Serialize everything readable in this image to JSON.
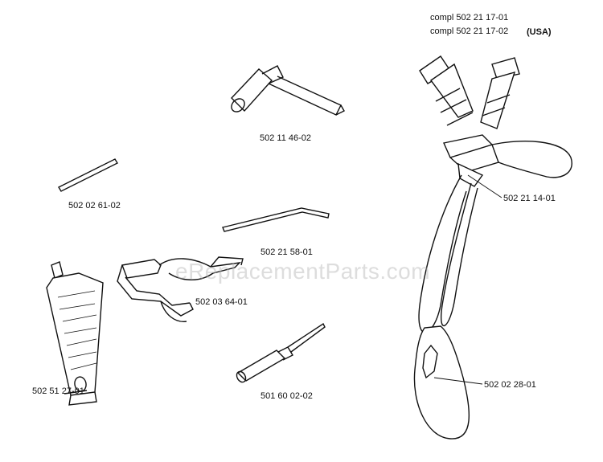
{
  "labels": {
    "compl_1": "compl 502 21 17-01",
    "compl_2": "compl 502 21 17-02",
    "usa": "(USA)",
    "wrench": "502 11 46-02",
    "pin": "502 02 61-02",
    "hex_key": "502 21 58-01",
    "harness_clip": "502 21 14-01",
    "blade_guard": "502 03 64-01",
    "grease_tube": "502 51 27-01",
    "file": "501 60 02-02",
    "hip_pad": "502 02 28-01"
  },
  "watermark": "eReplacementParts.com",
  "colors": {
    "line": "#111111",
    "watermark": "#b4b4b4"
  }
}
